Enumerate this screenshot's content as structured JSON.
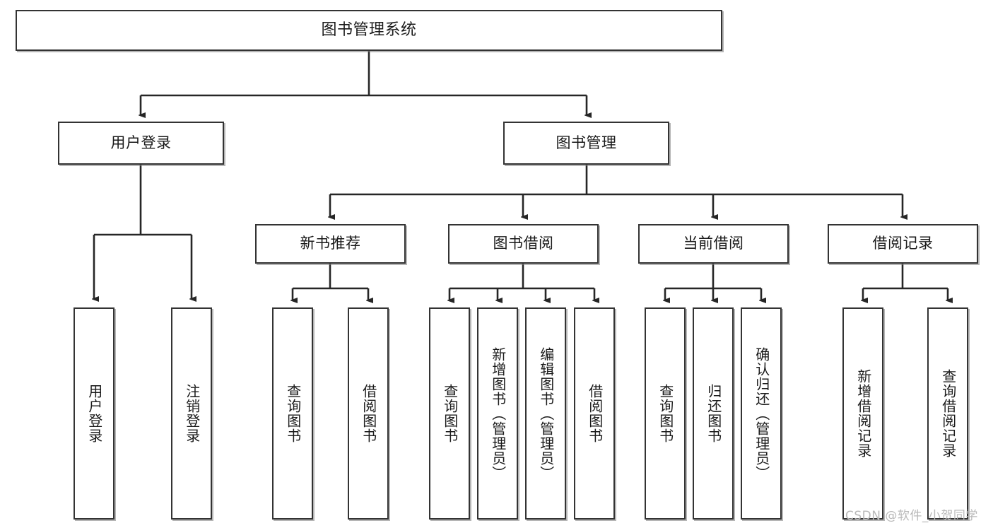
{
  "diagram": {
    "title": "图书管理系统",
    "type": "tree-hierarchy-chart",
    "watermark": "CSDN @软件_小贺同学",
    "colors": {
      "background": "#ffffff",
      "box_border": "#333333",
      "box_fill": "#ffffff",
      "text": "#1a1a1a",
      "connector": "#262626",
      "watermark": "#b9b9b9"
    },
    "root": {
      "label": "图书管理系统"
    },
    "level2": [
      {
        "label": "用户登录"
      },
      {
        "label": "图书管理"
      }
    ],
    "level3": [
      {
        "label": "新书推荐"
      },
      {
        "label": "图书借阅"
      },
      {
        "label": "当前借阅"
      },
      {
        "label": "借阅记录"
      }
    ],
    "leaves": {
      "user_login": [
        {
          "label": "用户登录"
        },
        {
          "label": "注销登录"
        }
      ],
      "new_book_recommend": [
        {
          "label": "查询图书"
        },
        {
          "label": "借阅图书"
        }
      ],
      "book_borrow": [
        {
          "label": "查询图书"
        },
        {
          "label": "新增图书（管理员）"
        },
        {
          "label": "编辑图书（管理员）"
        },
        {
          "label": "借阅图书"
        }
      ],
      "current_borrow": [
        {
          "label": "查询图书"
        },
        {
          "label": "归还图书"
        },
        {
          "label": "确认归还（管理员）"
        }
      ],
      "borrow_record": [
        {
          "label": "新增借阅记录"
        },
        {
          "label": "查询借阅记录"
        }
      ]
    }
  }
}
